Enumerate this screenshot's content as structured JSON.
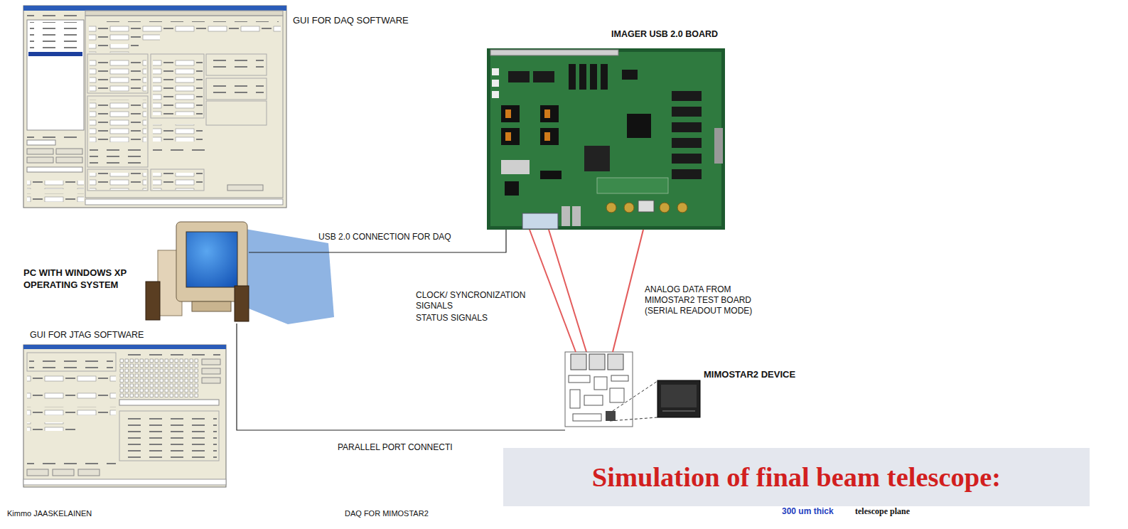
{
  "diagram": {
    "nodes": [
      {
        "text": [
          "GUI FOR DAQ SOFTWARE"
        ]
      },
      {
        "text": [
          "IMAGER USB 2.0 BOARD"
        ]
      },
      {
        "text": [
          "PC WITH WINDOWS XP OPERATING SYSTEM"
        ]
      },
      {
        "text": [
          "GUI FOR JTAG SOFTWARE"
        ]
      },
      {
        "text": [
          "MIMOSTAR2 DEVICE"
        ]
      },
      {
        "text": [
          "Simulation of final beam telescope:"
        ]
      }
    ],
    "edges": [
      {
        "from": 2,
        "to": 1,
        "label": "USB 2.0 CONNECTION FOR DAQ",
        "arrow": "none"
      },
      {
        "from": 1,
        "to": 4,
        "label": "CLOCK/ SYNCRONIZATION SIGNALS",
        "arrow": "none"
      },
      {
        "from": 1,
        "to": 4,
        "label": "ANALOG DATA FROM MIMOSTAR2 TEST BOARD (SERIAL READOUT MODE)",
        "arrow": "none"
      },
      {
        "from": 2,
        "to": 4,
        "label": "PARALLEL PORT CONNECTI",
        "arrow": "none"
      }
    ],
    "labels": [
      "STATUS SIGNALS",
      "Kimmo JAASKELAINEN",
      "DAQ FOR MIMOSTAR2",
      "300 um thick",
      "telescope plane"
    ]
  }
}
